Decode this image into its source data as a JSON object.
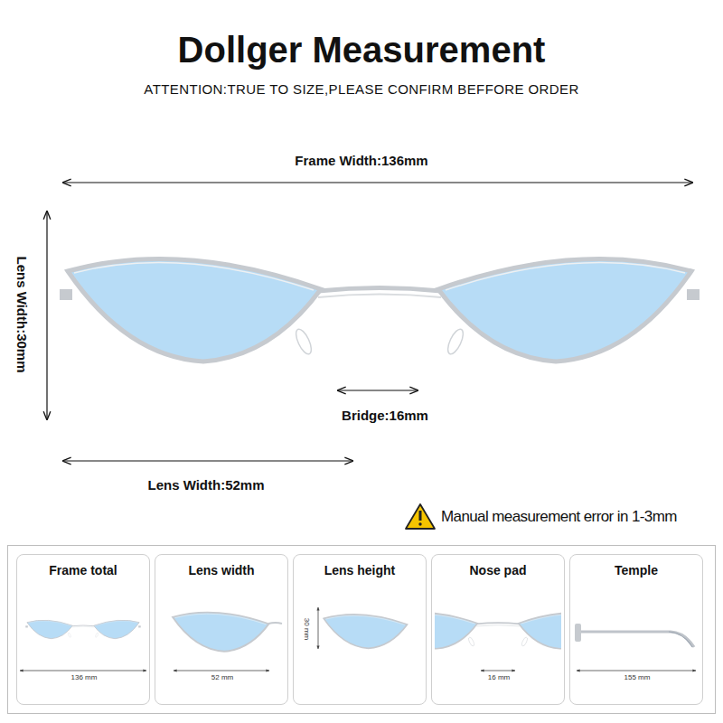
{
  "diagram": {
    "title": "Dollger Measurement",
    "nodes": [
      {
        "text": [
          "Frame total",
          "136 mm"
        ]
      },
      {
        "text": [
          "Lens width",
          "52 mm"
        ]
      },
      {
        "text": [
          "Lens height",
          "30 mm"
        ]
      },
      {
        "text": [
          "Nose pad",
          "16 mm"
        ]
      },
      {
        "text": [
          "Temple",
          "155 mm"
        ]
      }
    ],
    "labels": [
      "ATTENTION:TRUE TO SIZE,PLEASE CONFIRM BEFFORE ORDER",
      "Frame Width:136mm",
      "Lens Width:30mm",
      "Bridge:16mm",
      "Lens Width:52mm",
      "Manual measurement error in 1-3mm"
    ]
  }
}
